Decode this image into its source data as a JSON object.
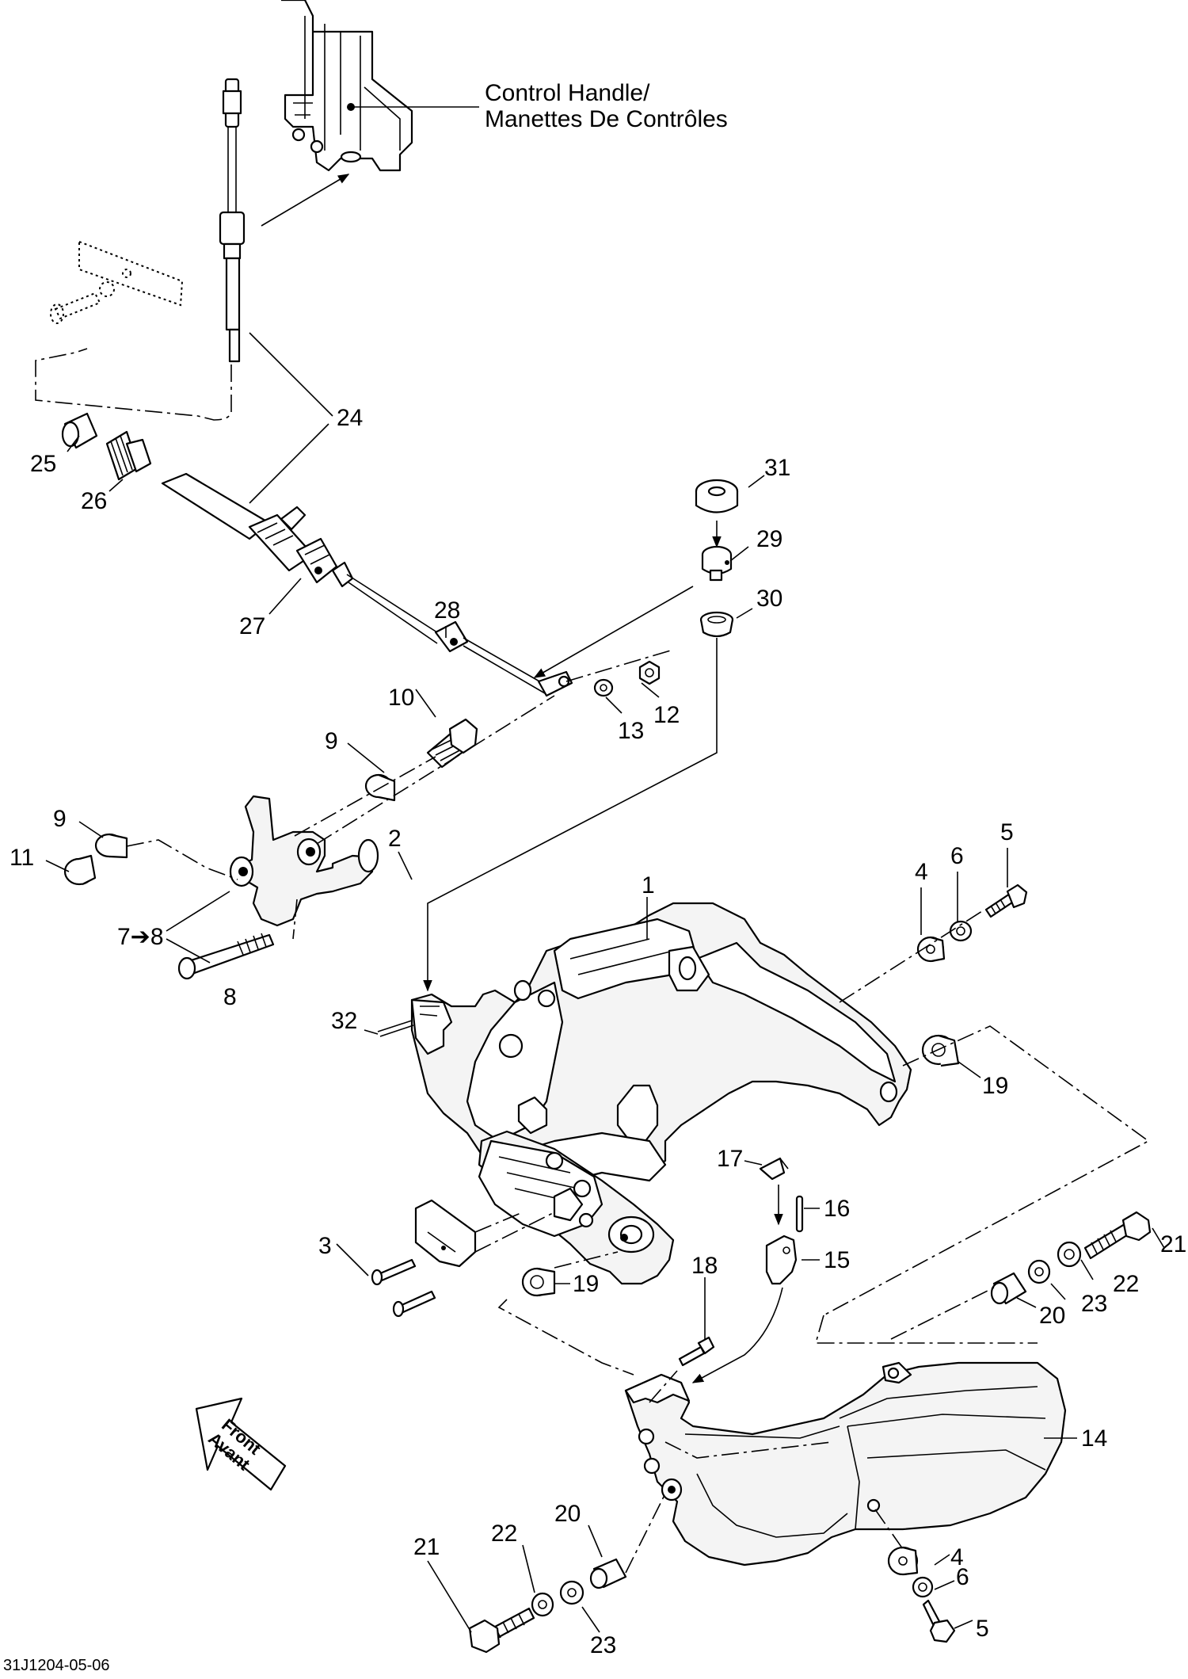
{
  "drawing": {
    "title_line1": "Control Handle/",
    "title_line2": "Manettes De Contrôles",
    "code": "31J1204-05-06",
    "front_label_line1": "Front",
    "front_label_line2": "Avant"
  },
  "callouts": {
    "c1": "1",
    "c2": "2",
    "c3": "3",
    "c4a": "4",
    "c4b": "4",
    "c5a": "5",
    "c5b": "5",
    "c6a": "6",
    "c6b": "6",
    "c7to8": "7➔8",
    "c8": "8",
    "c9a": "9",
    "c9b": "9",
    "c10": "10",
    "c11": "11",
    "c12": "12",
    "c13": "13",
    "c14": "14",
    "c15": "15",
    "c16": "16",
    "c17": "17",
    "c18": "18",
    "c19a": "19",
    "c19b": "19",
    "c20a": "20",
    "c20b": "20",
    "c21a": "21",
    "c21b": "21",
    "c22a": "22",
    "c22b": "22",
    "c23a": "23",
    "c23b": "23",
    "c24": "24",
    "c25": "25",
    "c26": "26",
    "c27": "27",
    "c28": "28",
    "c29": "29",
    "c30": "30",
    "c31": "31",
    "c32": "32"
  }
}
